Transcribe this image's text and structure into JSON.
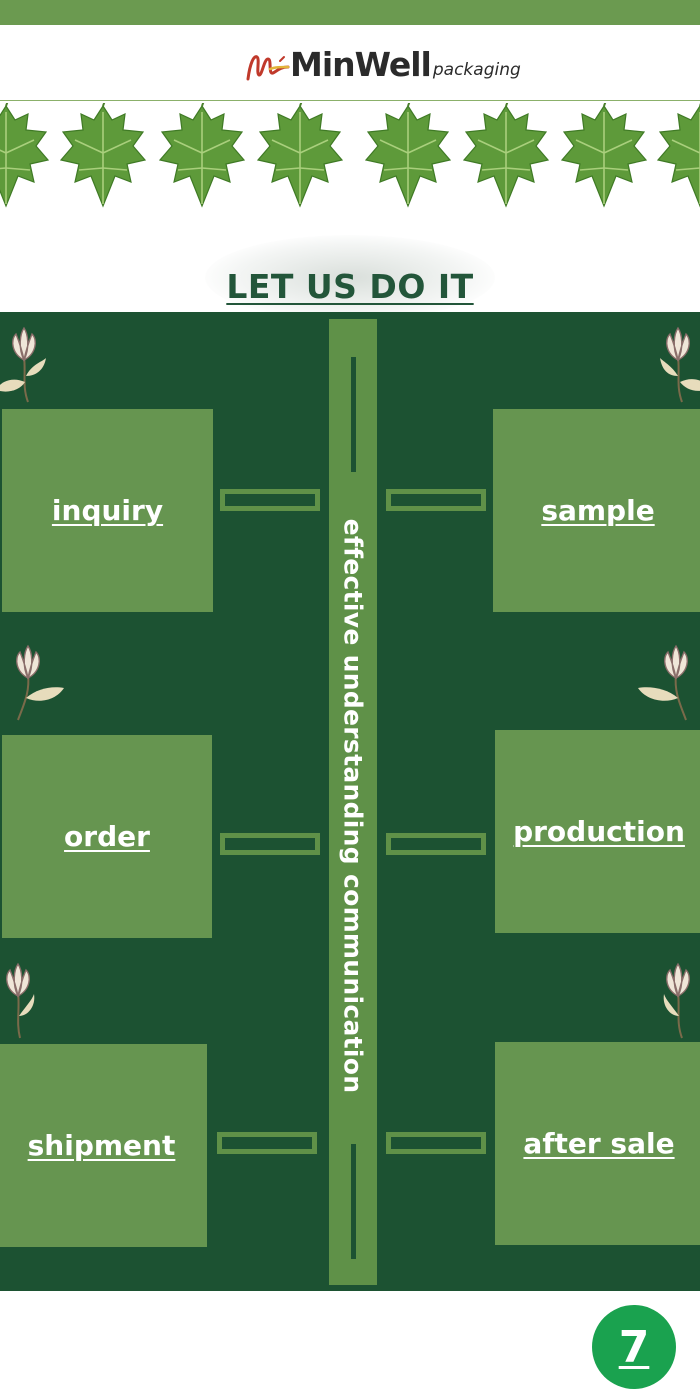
{
  "header": {
    "brand_name": "MinWell",
    "brand_suffix": "packaging"
  },
  "section": {
    "title": "LET US DO IT",
    "center_label": "effective understanding communication"
  },
  "steps": [
    {
      "label": "inquiry"
    },
    {
      "label": "sample"
    },
    {
      "label": "order"
    },
    {
      "label": "production"
    },
    {
      "label": "shipment"
    },
    {
      "label": "after sale"
    }
  ],
  "page_badge": {
    "number": "7"
  },
  "colors": {
    "panel_bg": "#1c5232",
    "box_green": "#669550",
    "title_green": "#23563a",
    "badge_green": "#1aa24f"
  }
}
